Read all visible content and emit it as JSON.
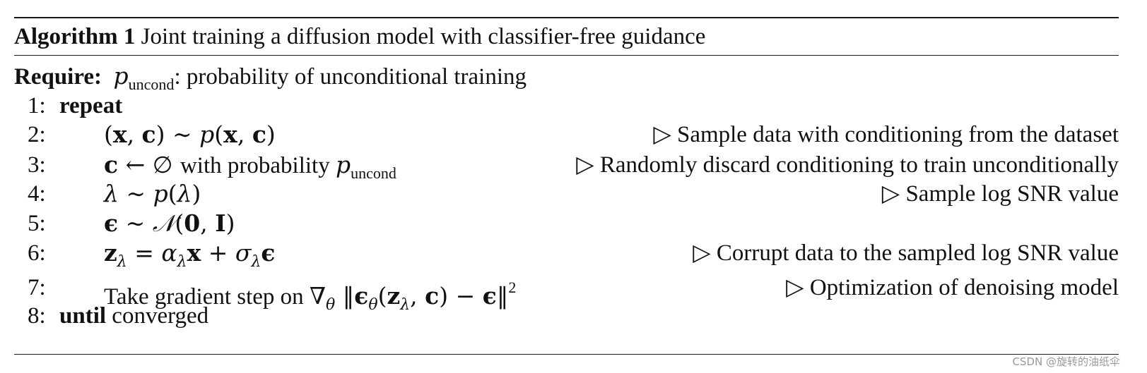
{
  "caption": {
    "label": "Algorithm 1",
    "title": "Joint training a diffusion model with classifier-free guidance"
  },
  "require": {
    "label": "Require:",
    "text": ": probability of unconditional training"
  },
  "lines": [
    {
      "num": "1:",
      "keyword": "repeat"
    },
    {
      "num": "2:",
      "comment": "Sample data with conditioning from the dataset"
    },
    {
      "num": "3:",
      "text": "with probability",
      "comment": "Randomly discard conditioning to train unconditionally"
    },
    {
      "num": "4:",
      "comment": "Sample log SNR value"
    },
    {
      "num": "5:"
    },
    {
      "num": "6:",
      "comment": "Corrupt data to the sampled log SNR value"
    },
    {
      "num": "7:",
      "text": "Take gradient step on",
      "comment": "Optimization of denoising model"
    },
    {
      "num": "8:",
      "keyword": "until",
      "text": "converged"
    }
  ],
  "comment_marker": "▷",
  "watermark": "CSDN @旋转的油纸伞"
}
